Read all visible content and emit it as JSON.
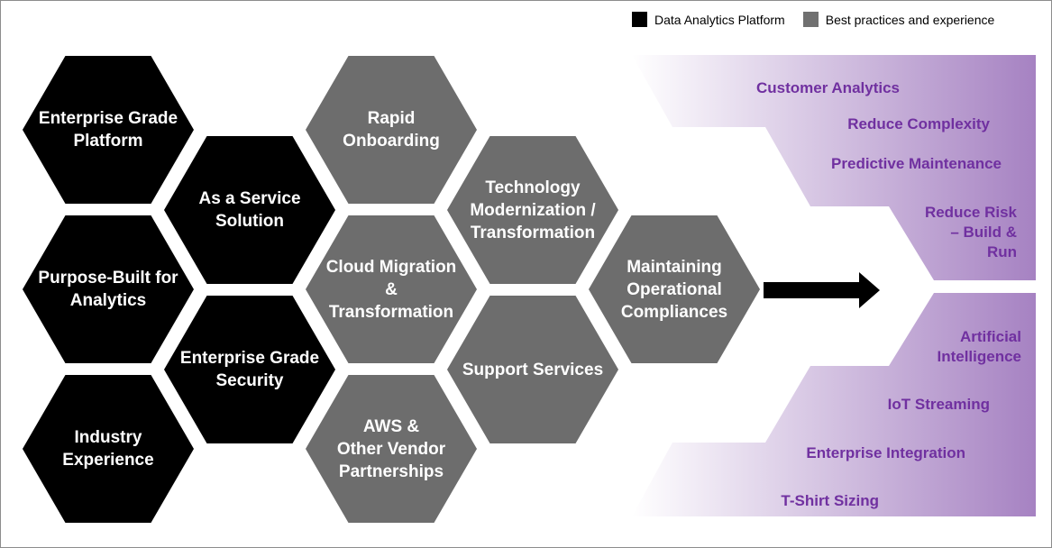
{
  "legend": {
    "platform": "Data Analytics Platform",
    "practices": "Best practices and experience"
  },
  "hexagons": {
    "enterprise_grade_platform": "Enterprise Grade\nPlatform",
    "purpose_built": "Purpose-Built for\nAnalytics",
    "industry_experience": "Industry\nExperience",
    "as_a_service": "As a Service\nSolution",
    "enterprise_grade_security": "Enterprise Grade\nSecurity",
    "rapid_onboarding": "Rapid\nOnboarding",
    "cloud_migration": "Cloud Migration\n&\nTransformation",
    "aws_partnerships": "AWS &\nOther Vendor\nPartnerships",
    "technology_modernization": "Technology\nModernization /\nTransformation",
    "support_services": "Support Services",
    "maintaining_compliances": "Maintaining\nOperational\nCompliances"
  },
  "colors": {
    "platform": "#000000",
    "practices": "#6d6d6d",
    "outcome_text": "#7030a0",
    "band_light": "#ffffff",
    "band_dark": "#a682c2"
  },
  "outcomes_top": {
    "customer_analytics": "Customer Analytics",
    "reduce_complexity": "Reduce Complexity",
    "predictive_maintenance": "Predictive Maintenance",
    "reduce_risk": "Reduce Risk\n– Build &\nRun"
  },
  "outcomes_bottom": {
    "artificial_intelligence": "Artificial\nIntelligence",
    "iot_streaming": "IoT Streaming",
    "enterprise_integration": "Enterprise Integration",
    "tshirt_sizing": "T-Shirt Sizing"
  },
  "icons": {
    "arrow": "right-arrow-icon"
  }
}
